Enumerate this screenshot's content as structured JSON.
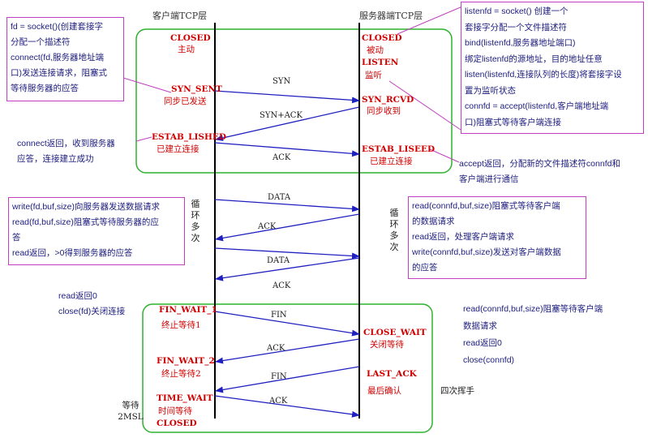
{
  "header": {
    "client_title": "客户端TCP层",
    "server_title": "服务器端TCP层"
  },
  "client_states": {
    "closed": "CLOSED",
    "closed_cn": "主动",
    "syn_sent": "SYN_SENT",
    "syn_sent_cn": "同步已发送",
    "estab": "ESTAB_LISHED",
    "estab_cn": "已建立连接",
    "fin_wait_1": "FIN_WAIT_1",
    "fin_wait_1_cn": "终止等待1",
    "fin_wait_2": "FIN_WAIT_2",
    "fin_wait_2_cn": "终止等待2",
    "time_wait": "TIME_WAIT",
    "time_wait_cn": "时间等待",
    "closed_end": "CLOSED"
  },
  "server_states": {
    "closed": "CLOSED",
    "closed_cn": "被动",
    "listen": "LISTEN",
    "listen_cn": "监听",
    "syn_rcvd": "SYN_RCVD",
    "syn_rcvd_cn": "同步收到",
    "estab": "ESTAB_LISEED",
    "estab_cn": "已建立连接",
    "close_wait": "CLOSE_WAIT",
    "close_wait_cn": "关闭等待",
    "last_ack": "LAST_ACK",
    "last_ack_cn": "最后确认"
  },
  "messages": {
    "syn": "SYN",
    "syn_ack": "SYN+ACK",
    "ack1": "ACK",
    "data1": "DATA",
    "ack2": "ACK",
    "data2": "DATA",
    "ack3": "ACK",
    "fin1": "FIN",
    "ack4": "ACK",
    "fin2": "FIN",
    "ack5": "ACK"
  },
  "loop_label": "循环多次",
  "wait_label": "等待2MSL",
  "four_wave_label": "四次挥手",
  "client_notes": {
    "socket": [
      "fd = socket()(创建套接字",
      "分配一个描述符",
      "connect(fd,服务器地址端",
      "口)发送连接请求，阻塞式",
      "等待服务器的应答"
    ],
    "connect_return": [
      "connect返回，收到服务器",
      "应答，连接建立成功"
    ],
    "rw": [
      "write(fd,buf,size)向服务器发送数据请求",
      "read(fd,buf,size)阻塞式等待服务器的应",
      "答",
      "read返回，>0得到服务器的应答"
    ],
    "close": [
      "read返回0",
      "close(fd)关闭连接"
    ]
  },
  "server_notes": {
    "listen": [
      "listenfd = socket() 创建一个",
      "套接字分配一个文件描述符",
      "bind(listenfd,服务器地址端口)",
      "绑定listenfd的源地址，目的地址任意",
      "listen(listenfd,连接队列的长度)将套接字设",
      "置为监听状态",
      "connfd = accept(listenfd,客户端地址端",
      "口)阻塞式等待客户端连接"
    ],
    "accept_return": [
      "accept返回，分配新的文件描述符connfd和",
      "客户端进行通信"
    ],
    "rw": [
      "read(connfd,buf,size)阻塞式等待客户端",
      "的数据请求",
      "read返回，处理客户端请求",
      "write(connfd,buf,size)发送对客户端数据",
      "的应答"
    ],
    "close": [
      "read(connfd,buf,size)阻塞等待客户端",
      "数据请求",
      "read返回0",
      "close(connfd)"
    ]
  },
  "colors": {
    "arrow": "#2020c0",
    "state": "#d00000",
    "frame": "#2db22d",
    "note_border": "#c040c0",
    "note_text": "#202080"
  }
}
